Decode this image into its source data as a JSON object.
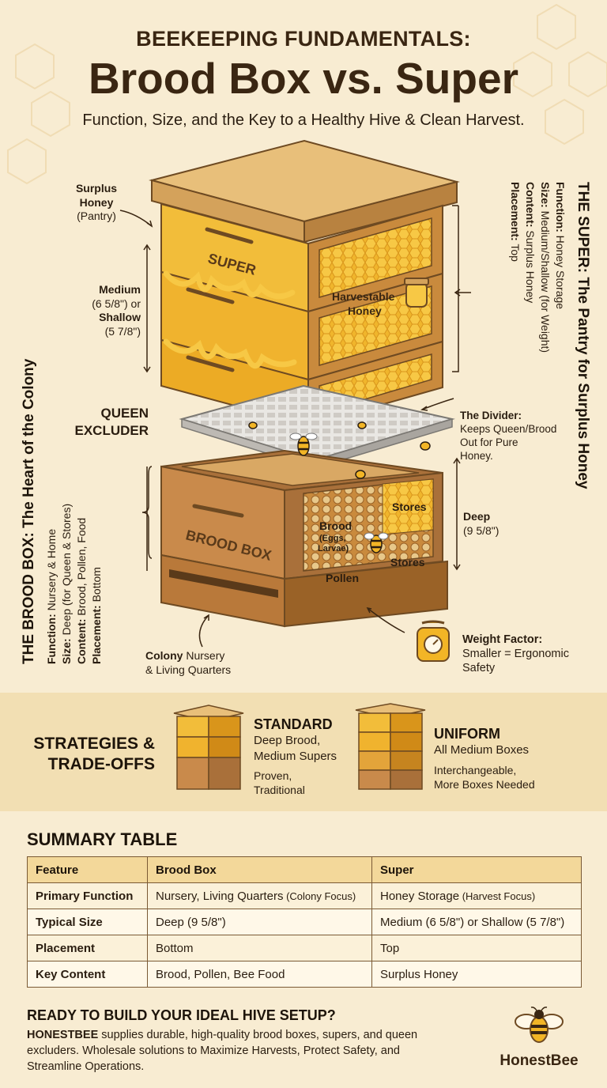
{
  "header": {
    "eyebrow": "BEEKEEPING FUNDAMENTALS:",
    "title": "Brood Box vs. Super",
    "subtitle": "Function, Size, and the Key to a Healthy Hive & Clean Harvest."
  },
  "diagram": {
    "super_label": "SUPER",
    "brood_label": "BROOD BOX",
    "harvestable_honey": [
      "Harvestable",
      "Honey"
    ],
    "callouts": {
      "surplus_honey": [
        "Surplus",
        "Honey",
        "(Pantry)"
      ],
      "medium": "Medium",
      "medium_size": "(6 5/8\") or",
      "shallow": "Shallow",
      "shallow_size": "(5 7/8\")",
      "queen_excluder": [
        "QUEEN",
        "EXCLUDER"
      ],
      "divider_title": "The Divider:",
      "divider_text": [
        "Keeps Queen/Brood",
        "Out for Pure",
        "Honey."
      ],
      "deep": "Deep",
      "deep_size": "(9 5/8\")",
      "stores_top": "Stores",
      "stores_bottom": "Stores",
      "brood": "Brood",
      "brood_detail": [
        "(Eggs,",
        "Larvae)"
      ],
      "pollen": "Pollen",
      "colony_bold": "Colony",
      "colony_rest": " Nursery",
      "colony_line2": "& Living Quarters",
      "weight_title": "Weight Factor:",
      "weight_text": [
        "Smaller = Ergonomic",
        "Safety"
      ]
    }
  },
  "brood_side": {
    "title": "THE BROOD BOX: The Heart of the Colony",
    "facts": [
      {
        "k": "Function:",
        "v": " Nursery & Home"
      },
      {
        "k": "Size:",
        "v": " Deep (for Queen & Stores)"
      },
      {
        "k": "Content:",
        "v": " Brood, Pollen, Food"
      },
      {
        "k": "Placement:",
        "v": " Bottom"
      }
    ]
  },
  "super_side": {
    "title": "THE SUPER: The Pantry for Surplus Honey",
    "facts": [
      {
        "k": "Function:",
        "v": " Honey Storage"
      },
      {
        "k": "Size:",
        "v": " Medium/Shallow (for Weight)"
      },
      {
        "k": "Content:",
        "v": " Surplus Honey"
      },
      {
        "k": "Placement:",
        "v": " Top"
      }
    ]
  },
  "strategies": {
    "title": [
      "STRATEGIES &",
      "TRADE-OFFS"
    ],
    "standard": {
      "head": "STANDARD",
      "lines": [
        "Deep Brood,",
        "Medium Supers"
      ],
      "notes": [
        "Proven,",
        "Traditional"
      ]
    },
    "uniform": {
      "head": "UNIFORM",
      "lines": [
        "All Medium Boxes"
      ],
      "notes": [
        "Interchangeable,",
        "More Boxes Needed"
      ]
    }
  },
  "summary": {
    "title": "SUMMARY TABLE",
    "columns": [
      "Feature",
      "Brood Box",
      "Super"
    ],
    "rows": [
      {
        "feature": "Primary Function",
        "brood": "Nursery, Living Quarters",
        "brood_note": " (Colony Focus)",
        "super": "Honey Storage",
        "super_note": " (Harvest Focus)"
      },
      {
        "feature": "Typical Size",
        "brood": "Deep (9 5/8\")",
        "brood_note": "",
        "super": "Medium (6 5/8\") or Shallow (5 7/8\")",
        "super_note": ""
      },
      {
        "feature": "Placement",
        "brood": "Bottom",
        "brood_note": "",
        "super": "Top",
        "super_note": ""
      },
      {
        "feature": "Key Content",
        "brood": "Brood, Pollen, Bee Food",
        "brood_note": "",
        "super": "Surplus Honey",
        "super_note": ""
      }
    ]
  },
  "cta": {
    "title": "READY TO BUILD YOUR IDEAL HIVE SETUP?",
    "brand_inline": "HONESTBEE",
    "body": " supplies durable, high-quality brood boxes, supers, and queen excluders. Wholesale solutions to Maximize Harvests, Protect Safety, and Streamline Operations."
  },
  "brand": {
    "name": "HonestBee"
  },
  "colors": {
    "background": "#f8ecd2",
    "honey": "#f2b526",
    "wood": "#c98a4b",
    "dark_text": "#2a1d10"
  }
}
